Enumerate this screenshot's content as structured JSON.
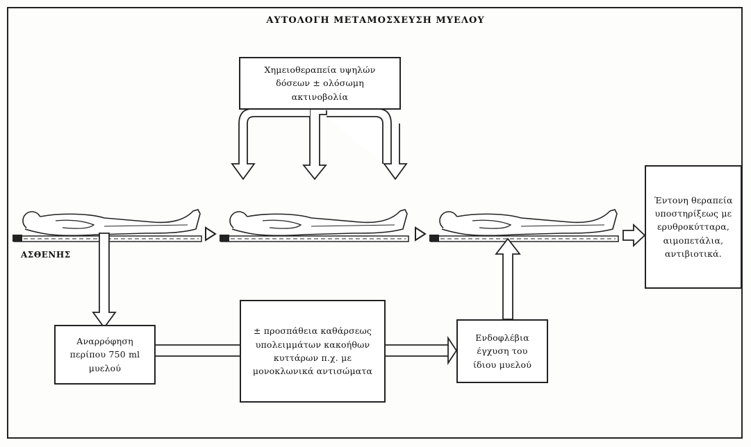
{
  "title": "ΑΥΤΟΛΟΓΗ ΜΕΤΑΜΟΣΧΕΥΣΗ ΜΥΕΛΟΥ",
  "patient_label": "ΑΣΘΕΝΗΣ",
  "boxes": {
    "chemo": "Χημειοθεραπεία υψηλών\nδόσεων ± ολόσωμη\nακτινοβολία",
    "aspiration": "Αναρρόφηση\nπερίπου 750 ml\nμυελού",
    "purging": "± προσπάθεια καθάρσεως\nυπολειμμάτων κακοήθων\nκυττάρων π.χ. με\nμονοκλωνικά αντισώματα",
    "infusion": "Ενδοφλέβια\nέγχυση του\nίδιου μυελού",
    "support": "Έντονη θεραπεία\nυποστηρίξεως με\nερυθροκύτταρα,\nαιμοπετάλια,\nαντιβιοτικά."
  },
  "colors": {
    "ink": "#222222",
    "paper": "#fdfdfb"
  }
}
